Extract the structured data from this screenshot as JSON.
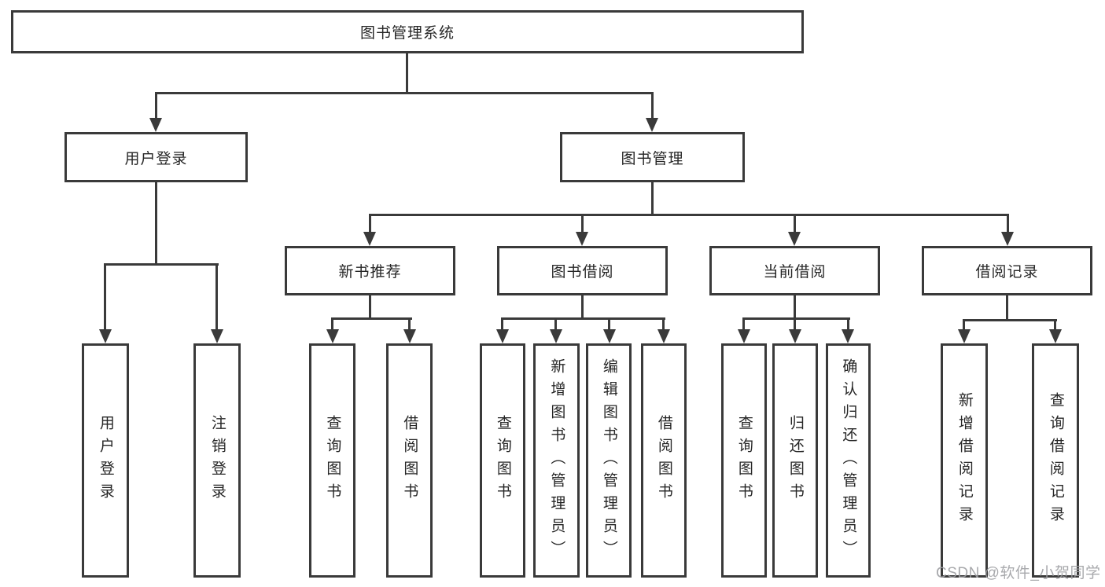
{
  "title": "图书管理系统",
  "level2": {
    "user_login": "用户登录",
    "book_mgmt": "图书管理"
  },
  "level3": {
    "new_books": "新书推荐",
    "borrow": "图书借阅",
    "current": "当前借阅",
    "records": "借阅记录"
  },
  "leaves": {
    "user_login": [
      "用户登录",
      "注销登录"
    ],
    "new_books": [
      "查询图书",
      "借阅图书"
    ],
    "borrow": [
      "查询图书",
      "新增图书（管理员）",
      "编辑图书（管理员）",
      "借阅图书"
    ],
    "current": [
      "查询图书",
      "归还图书",
      "确认归还（管理员）"
    ],
    "records": [
      "新增借阅记录",
      "查询借阅记录"
    ]
  },
  "watermark": "CSDN @软件_小贺同学",
  "colors": {
    "line": "#3a3a3a",
    "text": "#262626",
    "watermark": "#9fa0a4",
    "background": "#ffffff"
  }
}
